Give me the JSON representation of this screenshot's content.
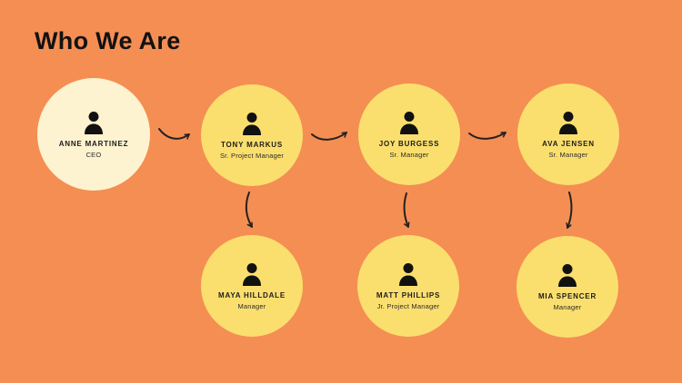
{
  "title": "Who We Are",
  "colors": {
    "background": "#F58E53",
    "ceo_circle": "#FDF3D0",
    "member_circle": "#FBDF6E",
    "text": "#1C1C1C",
    "arrow": "#222222"
  },
  "org_chart": {
    "nodes": [
      {
        "id": "anne-martinez",
        "name": "ANNE MARTINEZ",
        "role": "CEO",
        "row": "top"
      },
      {
        "id": "tony-markus",
        "name": "TONY MARKUS",
        "role": "Sr. Project Manager",
        "row": "top"
      },
      {
        "id": "joy-burgess",
        "name": "JOY BURGESS",
        "role": "Sr. Manager",
        "row": "top"
      },
      {
        "id": "ava-jensen",
        "name": "AVA JENSEN",
        "role": "Sr. Manager",
        "row": "top"
      },
      {
        "id": "maya-hilldale",
        "name": "MAYA HILLDALE",
        "role": "Manager",
        "row": "bottom"
      },
      {
        "id": "matt-phillips",
        "name": "MATT PHILLIPS",
        "role": "Jr. Project Manager",
        "row": "bottom"
      },
      {
        "id": "mia-spencer",
        "name": "MIA SPENCER",
        "role": "Manager",
        "row": "bottom"
      }
    ],
    "connections": [
      {
        "from": "anne-martinez",
        "to": "tony-markus"
      },
      {
        "from": "tony-markus",
        "to": "joy-burgess"
      },
      {
        "from": "joy-burgess",
        "to": "ava-jensen"
      },
      {
        "from": "tony-markus",
        "to": "maya-hilldale"
      },
      {
        "from": "joy-burgess",
        "to": "matt-phillips"
      },
      {
        "from": "ava-jensen",
        "to": "mia-spencer"
      }
    ]
  }
}
